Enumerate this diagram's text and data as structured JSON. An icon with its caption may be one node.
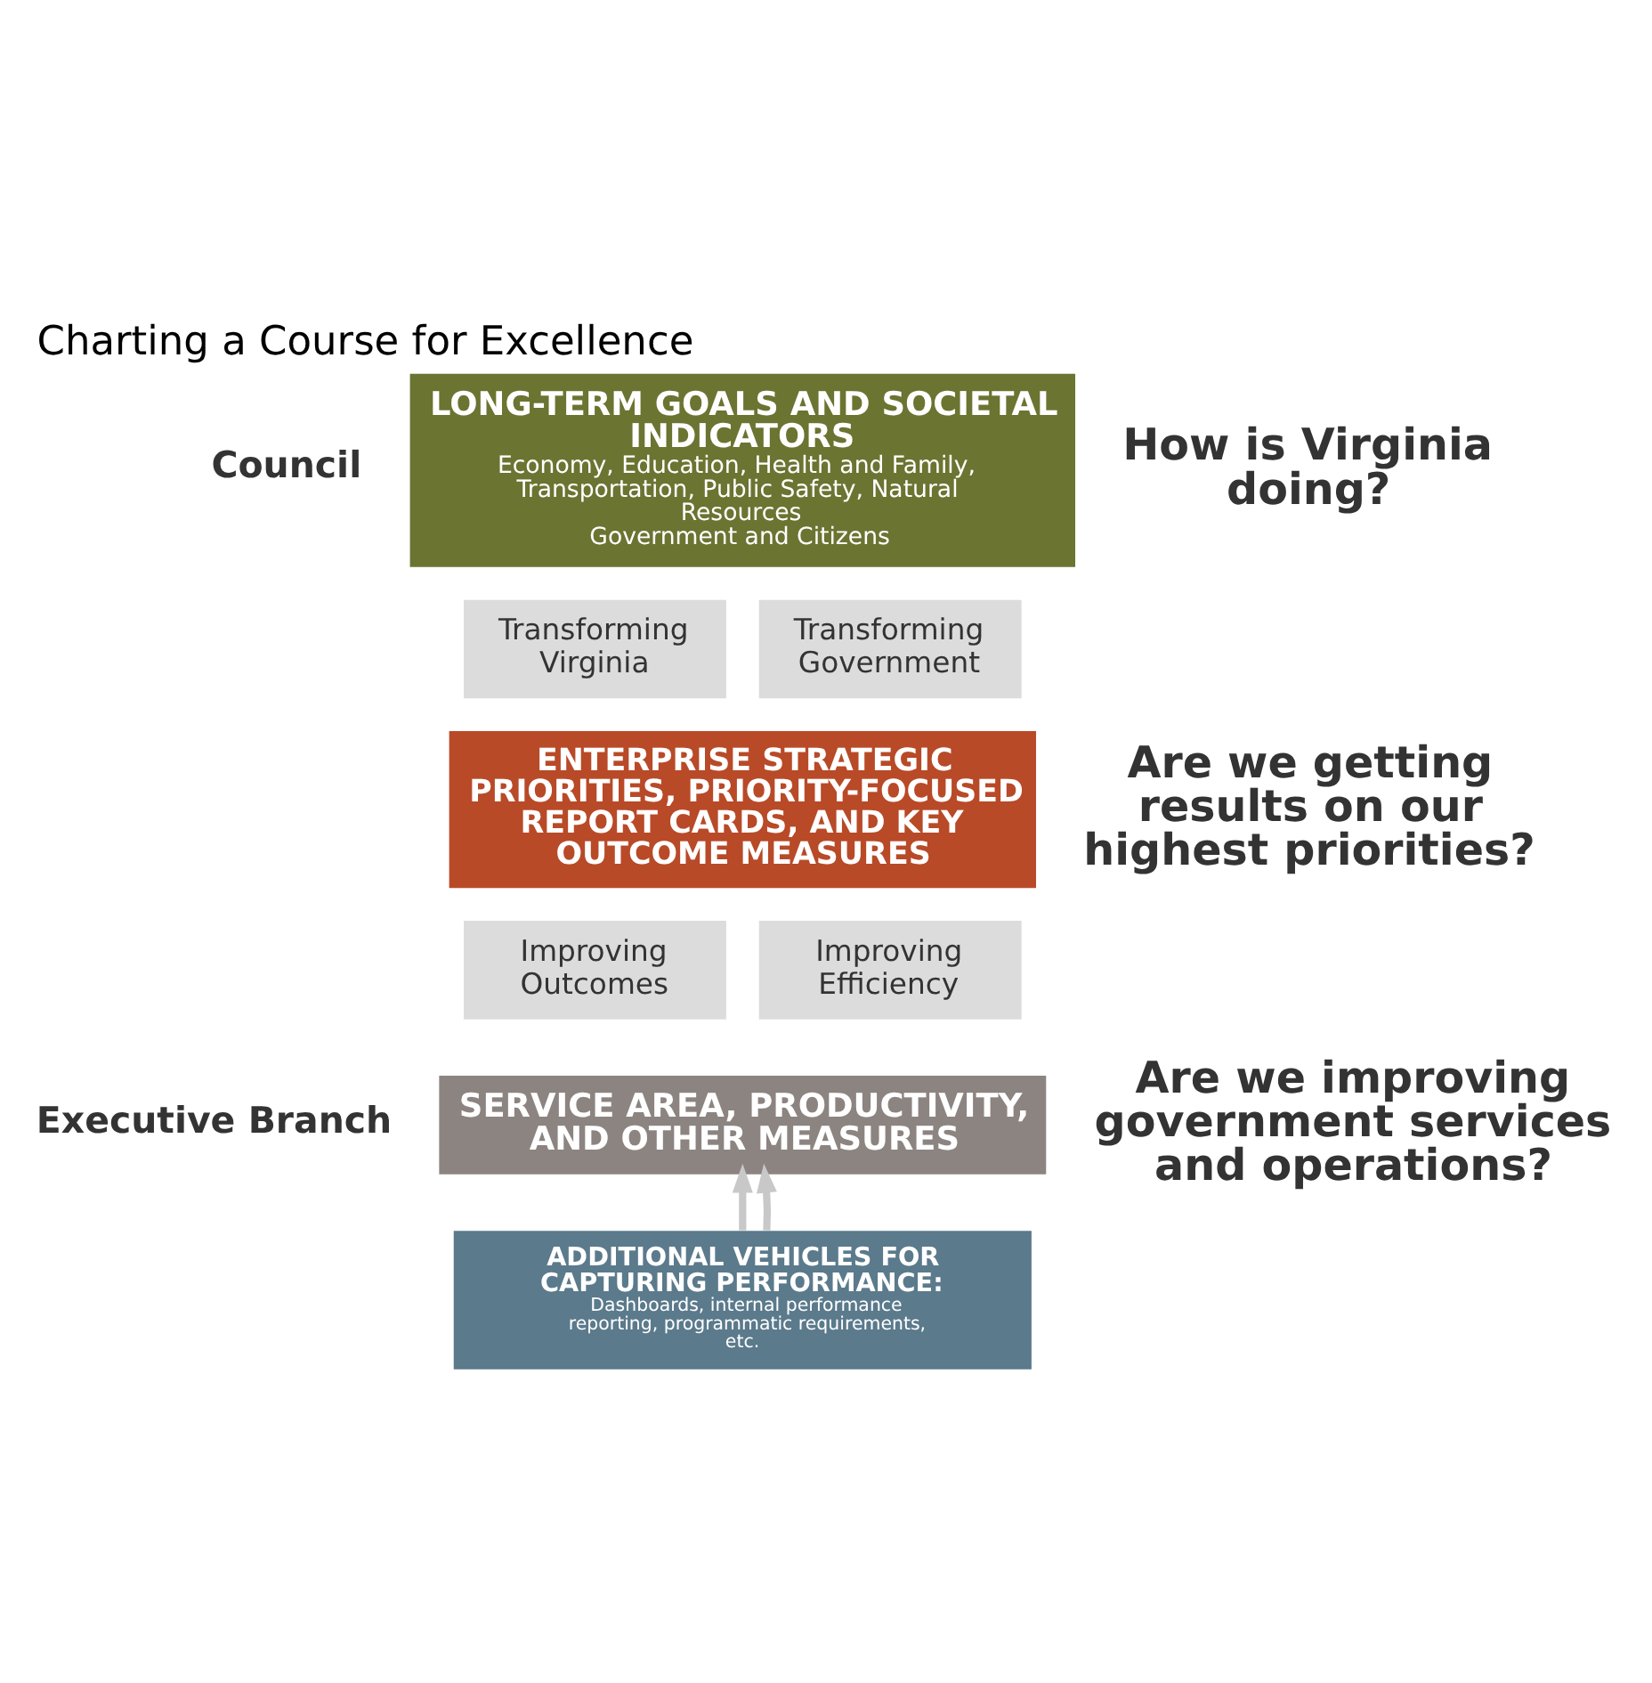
{
  "diagram": {
    "title": "Charting a Course for Excellence",
    "nodes": [
      {
        "text": [
          "LONG-TERM GOALS AND SOCIETAL INDICATORS",
          "Economy, Education, Health and Family, Transportation, Public Safety, Natural Resources",
          "Government and Citizens"
        ]
      },
      {
        "text": [
          "Transforming Virginia"
        ]
      },
      {
        "text": [
          "Transforming Government"
        ]
      },
      {
        "text": [
          "ENTERPRISE STRATEGIC PRIORITIES, PRIORITY-FOCUSED REPORT CARDS, AND KEY OUTCOME MEASURES"
        ]
      },
      {
        "text": [
          "Improving Outcomes"
        ]
      },
      {
        "text": [
          "Improving Efficiency"
        ]
      },
      {
        "text": [
          "SERVICE AREA, PRODUCTIVITY, AND OTHER MEASURES"
        ]
      },
      {
        "text": [
          "ADDITIONAL VEHICLES FOR CAPTURING PERFORMANCE:",
          "Dashboards, internal performance reporting, programmatic requirements, etc."
        ]
      }
    ],
    "edges": [
      {
        "from": 7,
        "to": 6,
        "arrow": "to"
      },
      {
        "from": 7,
        "to": 6,
        "arrow": "to"
      }
    ],
    "labels": [
      "Council",
      "How is Virginia doing?",
      "Are we getting results on our highest priorities?",
      "Executive Branch",
      "Are we improving government services and operations?"
    ]
  }
}
